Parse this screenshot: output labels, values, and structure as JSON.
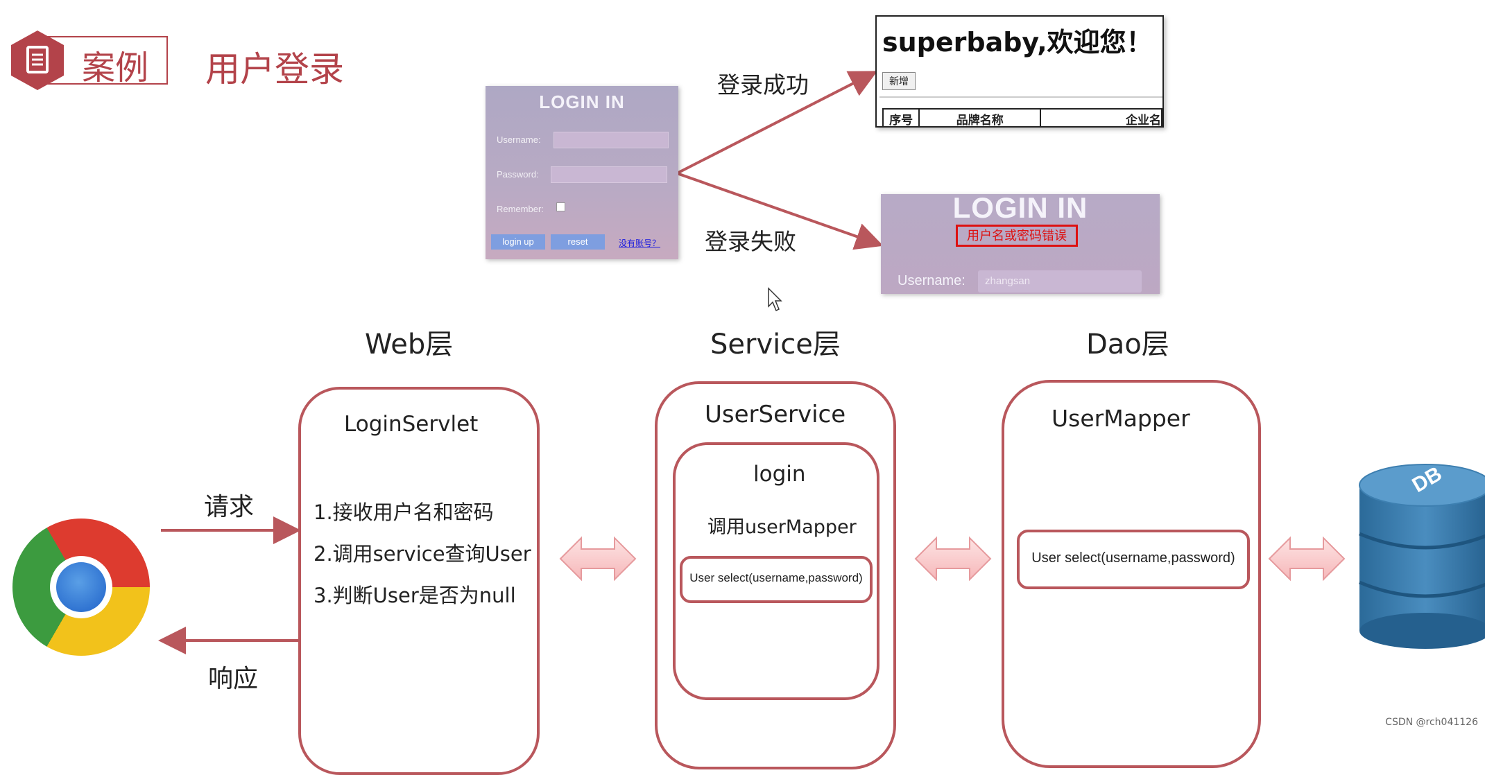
{
  "header": {
    "case_label": "案例",
    "title": "用户登录"
  },
  "login_form": {
    "title": "LOGIN IN",
    "username_label": "Username:",
    "password_label": "Password:",
    "remember_label": "Remember:",
    "login_button": "login up",
    "reset_button": "reset",
    "register_link": "没有账号？"
  },
  "success_page": {
    "welcome": "superbaby,欢迎您！",
    "add_button": "新增",
    "columns": [
      "序号",
      "品牌名称",
      "企业名"
    ]
  },
  "failure_page": {
    "title": "LOGIN IN",
    "error": "用户名或密码错误",
    "username_label": "Username:",
    "username_value": "zhangsan"
  },
  "flow": {
    "success_label": "登录成功",
    "failure_label": "登录失败",
    "request_label": "请求",
    "response_label": "响应"
  },
  "layers": {
    "web": {
      "title": "Web层",
      "servlet": "LoginServlet",
      "steps": [
        "1.接收用户名和密码",
        "2.调用service查询User",
        "3.判断User是否为null"
      ]
    },
    "service": {
      "title": "Service层",
      "name": "UserService",
      "method": "login",
      "call": "调用userMapper",
      "select": "User select(username,password)"
    },
    "dao": {
      "title": "Dao层",
      "name": "UserMapper",
      "select": "User select(username,password)"
    }
  },
  "database": {
    "label": "DB"
  },
  "watermark": "CSDN @rch041126",
  "colors": {
    "accent": "#b3434a",
    "box_border": "#b9575c",
    "arrow_fill": "#f9c6c7",
    "db_blue": "#2f74a6"
  },
  "icons": [
    "document-icon",
    "chrome-icon",
    "database-icon",
    "cursor-icon"
  ]
}
